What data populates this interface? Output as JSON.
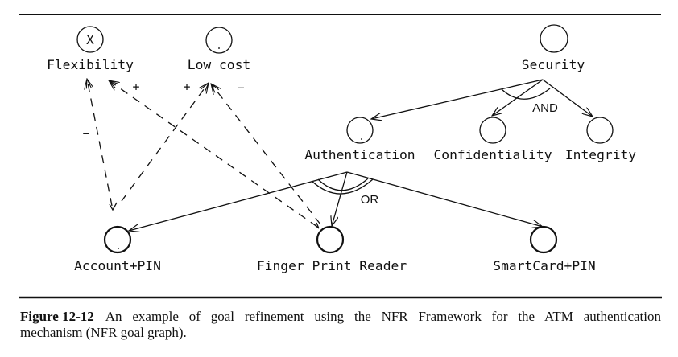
{
  "figure": {
    "nodes": [
      {
        "id": "flexibility",
        "label": "Flexibility",
        "mark": "X"
      },
      {
        "id": "low-cost",
        "label": "Low cost",
        "mark": ""
      },
      {
        "id": "security",
        "label": "Security",
        "mark": ""
      },
      {
        "id": "authentication",
        "label": "Authentication",
        "mark": ""
      },
      {
        "id": "confidentiality",
        "label": "Confidentiality",
        "mark": ""
      },
      {
        "id": "integrity",
        "label": "Integrity",
        "mark": ""
      },
      {
        "id": "account-pin",
        "label": "Account+PIN",
        "mark": ""
      },
      {
        "id": "finger-print-reader",
        "label": "Finger Print Reader",
        "mark": ""
      },
      {
        "id": "smartcard-pin",
        "label": "SmartCard+PIN",
        "mark": ""
      }
    ],
    "decompositions": [
      {
        "parent": "Security",
        "type": "AND",
        "children": [
          "Authentication",
          "Confidentiality",
          "Integrity"
        ]
      },
      {
        "parent": "Authentication",
        "type": "OR",
        "children": [
          "Account+PIN",
          "Finger Print Reader",
          "SmartCard+PIN"
        ]
      }
    ],
    "contributions": [
      {
        "from": "Account+PIN",
        "to": "Flexibility",
        "sign": "−"
      },
      {
        "from": "Account+PIN",
        "to": "Low cost",
        "sign": "+"
      },
      {
        "from": "Finger Print Reader",
        "to": "Flexibility",
        "sign": "+"
      },
      {
        "from": "Finger Print Reader",
        "to": "Low cost",
        "sign": "−"
      }
    ]
  },
  "caption": {
    "label": "Figure 12-12",
    "line1": "An example of goal refinement using the NFR Framework for the ATM authentication",
    "line2": "mechanism (NFR goal graph)."
  }
}
